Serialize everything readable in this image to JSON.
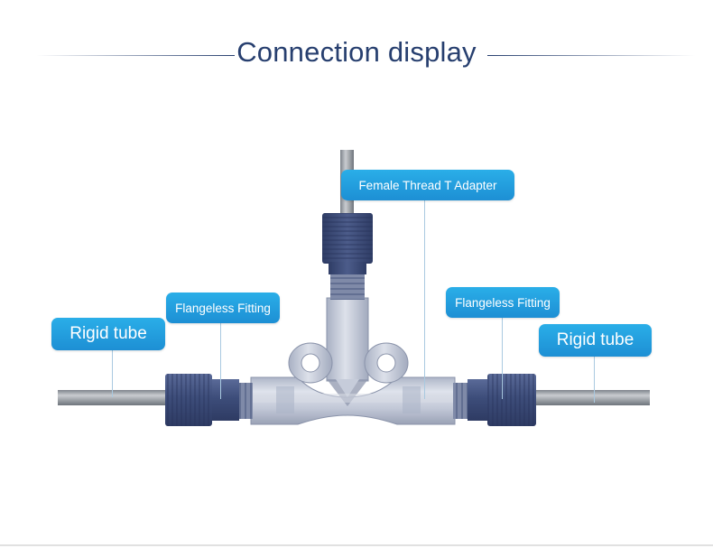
{
  "header": {
    "title": "Connection display"
  },
  "labels": {
    "rigid_tube_left": "Rigid tube",
    "rigid_tube_right": "Rigid tube",
    "flangeless_fitting_left": "Flangeless Fitting",
    "flangeless_fitting_right": "Flangeless Fitting",
    "female_thread_t_adapter": "Female Thread T Adapter"
  },
  "colors": {
    "title": "#273f6f",
    "callout": "#1d8fd4",
    "nut": "#4a5b88",
    "body": "#c8cfde",
    "tube": "#9a9fa6"
  }
}
